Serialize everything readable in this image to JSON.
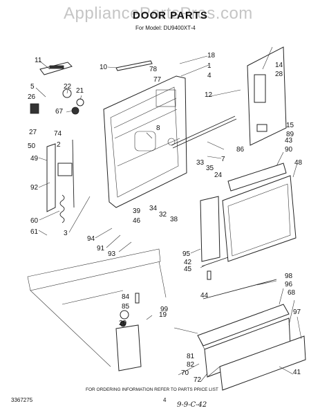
{
  "watermark": "AppliancePartsPros.com",
  "title": "DOOR PARTS",
  "model_line": "For Model: DU9400XT-4",
  "footer_note": "FOR ORDERING INFORMATION REFER TO PARTS PRICE LIST",
  "document_number": "3367275",
  "page_number": "4",
  "handwritten_note": "9-9-C-42",
  "callouts": [
    "11",
    "18",
    "10",
    "78",
    "1",
    "77",
    "4",
    "14",
    "28",
    "5",
    "26",
    "22",
    "21",
    "67",
    "12",
    "8",
    "27",
    "74",
    "50",
    "2",
    "15",
    "89",
    "49",
    "86",
    "7",
    "90",
    "43",
    "48",
    "33",
    "35",
    "24",
    "92",
    "3",
    "60",
    "61",
    "39",
    "46",
    "34",
    "32",
    "38",
    "94",
    "91",
    "93",
    "95",
    "42",
    "45",
    "44",
    "98",
    "96",
    "68",
    "84",
    "85",
    "99",
    "97",
    "20",
    "19",
    "81",
    "82",
    "70",
    "72",
    "41"
  ]
}
